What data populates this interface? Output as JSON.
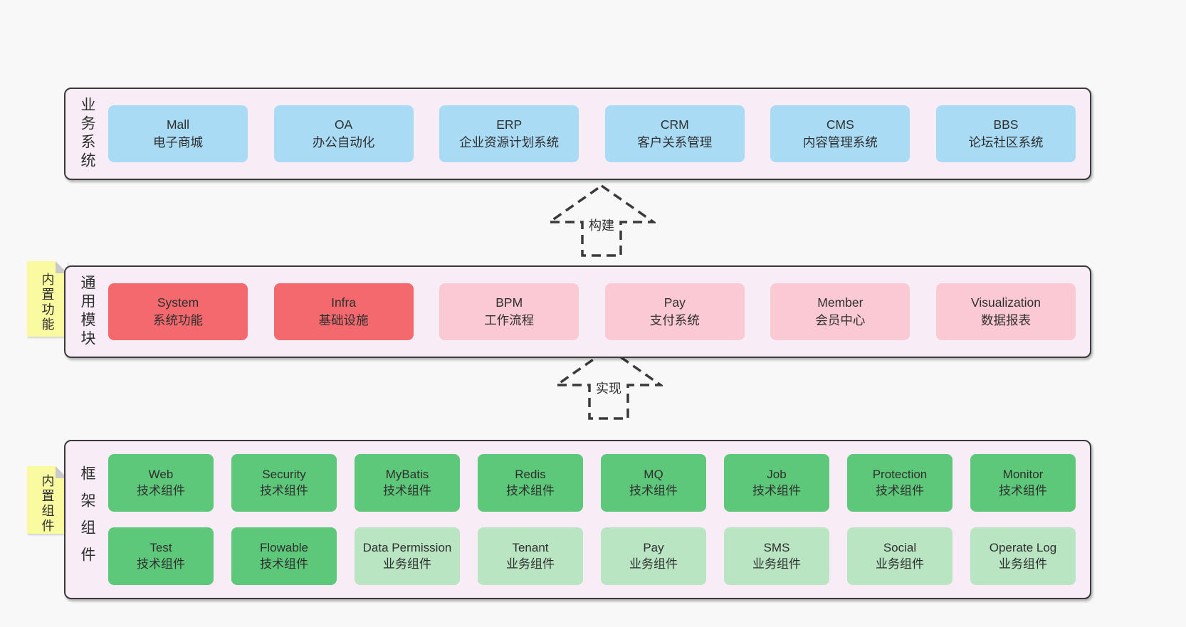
{
  "colors": {
    "page_bg": "#f8f8f8",
    "container_bg": "#f8edf6",
    "border": "#3a3a3a",
    "business_box": "#a9dbf5",
    "module_core_box": "#f3696d",
    "module_box": "#fbc9d3",
    "tech_component_box": "#5ec87a",
    "biz_component_box": "#b9e5c3",
    "sticky_note": "#fafaa0"
  },
  "layers": {
    "business": {
      "side_label": "业务系统",
      "boxes": [
        {
          "title": "Mall",
          "subtitle": "电子商城"
        },
        {
          "title": "OA",
          "subtitle": "办公自动化"
        },
        {
          "title": "ERP",
          "subtitle": "企业资源计划系统"
        },
        {
          "title": "CRM",
          "subtitle": "客户关系管理"
        },
        {
          "title": "CMS",
          "subtitle": "内容管理系统"
        },
        {
          "title": "BBS",
          "subtitle": "论坛社区系统"
        }
      ]
    },
    "modules": {
      "side_label": "通用模块",
      "note": "内置功能",
      "boxes": [
        {
          "title": "System",
          "subtitle": "系统功能"
        },
        {
          "title": "Infra",
          "subtitle": "基础设施"
        },
        {
          "title": "BPM",
          "subtitle": "工作流程"
        },
        {
          "title": "Pay",
          "subtitle": "支付系统"
        },
        {
          "title": "Member",
          "subtitle": "会员中心"
        },
        {
          "title": "Visualization",
          "subtitle": "数据报表"
        }
      ]
    },
    "components": {
      "side_label": "框架组件",
      "note": "内置组件",
      "row1": [
        {
          "title": "Web",
          "subtitle": "技术组件"
        },
        {
          "title": "Security",
          "subtitle": "技术组件"
        },
        {
          "title": "MyBatis",
          "subtitle": "技术组件"
        },
        {
          "title": "Redis",
          "subtitle": "技术组件"
        },
        {
          "title": "MQ",
          "subtitle": "技术组件"
        },
        {
          "title": "Job",
          "subtitle": "技术组件"
        },
        {
          "title": "Protection",
          "subtitle": "技术组件"
        },
        {
          "title": "Monitor",
          "subtitle": "技术组件"
        }
      ],
      "row2": [
        {
          "title": "Test",
          "subtitle": "技术组件"
        },
        {
          "title": "Flowable",
          "subtitle": "技术组件"
        },
        {
          "title": "Data Permission",
          "subtitle": "业务组件"
        },
        {
          "title": "Tenant",
          "subtitle": "业务组件"
        },
        {
          "title": "Pay",
          "subtitle": "业务组件"
        },
        {
          "title": "SMS",
          "subtitle": "业务组件"
        },
        {
          "title": "Social",
          "subtitle": "业务组件"
        },
        {
          "title": "Operate Log",
          "subtitle": "业务组件"
        }
      ]
    }
  },
  "arrows": {
    "build": "构建",
    "implement": "实现"
  }
}
